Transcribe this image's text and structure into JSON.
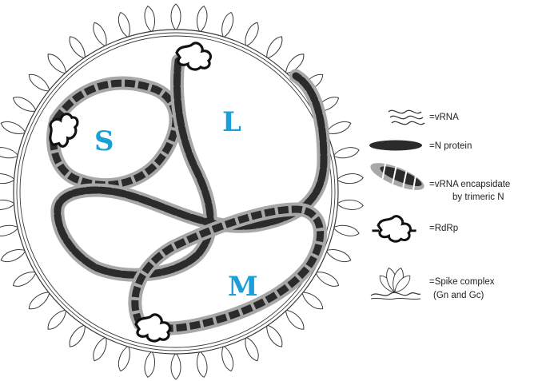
{
  "colors": {
    "label": "#1a9fd9",
    "line": "#333333",
    "dark": "#2b2b2b",
    "grey": "#a8a8a8",
    "background": "#ffffff"
  },
  "segments": {
    "s": "S",
    "l": "L",
    "m": "M"
  },
  "legend": {
    "vrna": "=vRNA",
    "n_protein": "=N protein",
    "encapsidated_line1": "=vRNA encapsidate",
    "encapsidated_line2": "by trimeric N",
    "rdrp": "=RdRp",
    "spike_line1": "=Spike complex",
    "spike_line2": "(Gn and Gc)"
  },
  "icons": {
    "vrna": "wavy-lines-icon",
    "n_protein": "dark-ellipse-icon",
    "encapsidated": "striped-ellipse-icon",
    "rdrp": "rdrp-blob-icon",
    "spike": "spike-petals-icon"
  }
}
